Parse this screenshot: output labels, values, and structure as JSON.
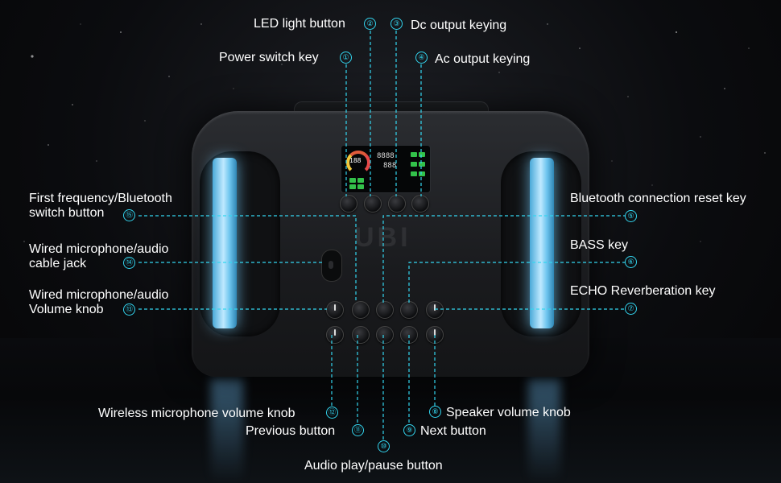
{
  "product": {
    "brand": "UBI",
    "display_value": "188",
    "display_digits_1": "8888",
    "display_digits_2": "888"
  },
  "callouts": [
    {
      "num": "①",
      "label": "Power switch key"
    },
    {
      "num": "②",
      "label": "LED light button"
    },
    {
      "num": "③",
      "label": "Dc output keying"
    },
    {
      "num": "④",
      "label": "Ac output keying"
    },
    {
      "num": "⑤",
      "label": "Bluetooth connection reset key"
    },
    {
      "num": "⑥",
      "label": "BASS key"
    },
    {
      "num": "⑦",
      "label": "ECHO Reverberation key"
    },
    {
      "num": "⑧",
      "label": "Speaker volume knob"
    },
    {
      "num": "⑨",
      "label": "Next button"
    },
    {
      "num": "⑩",
      "label": "Audio play/pause button"
    },
    {
      "num": "⑪",
      "label": "Previous button"
    },
    {
      "num": "⑫",
      "label": "Wireless microphone volume knob"
    },
    {
      "num": "⑬",
      "label_line1": "Wired microphone/audio",
      "label_line2": "Volume knob"
    },
    {
      "num": "⑭",
      "label_line1": "Wired microphone/audio",
      "label_line2": "cable jack"
    },
    {
      "num": "⑮",
      "label_line1": "First frequency/Bluetooth",
      "label_line2": "switch button"
    }
  ],
  "colors": {
    "accent_cyan": "#33d6f0",
    "tube_blue": "#6fc6ef",
    "display_green": "#33c24a"
  }
}
